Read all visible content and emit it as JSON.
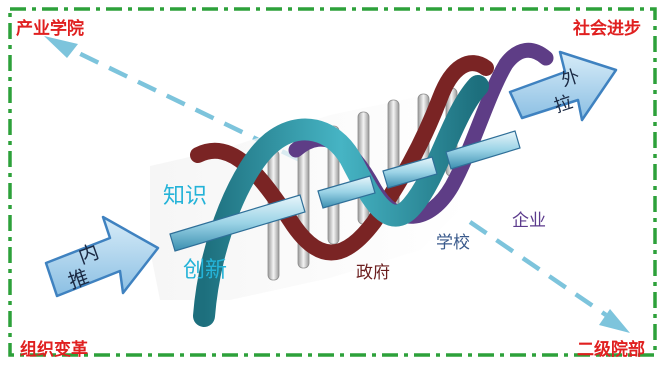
{
  "corners": {
    "top_left": "产业学院",
    "top_right": "社会进步",
    "bottom_left": "组织变革",
    "bottom_right": "二级院部"
  },
  "arrows": {
    "inner_push_text": [
      "内",
      "推"
    ],
    "outer_pull_text": [
      "外",
      "拉"
    ]
  },
  "labels": {
    "knowledge": "知识",
    "innovation": "创新",
    "government": "政府",
    "school": "学校",
    "enterprise": "企业"
  },
  "colors": {
    "frame_green": "#2da13a",
    "corner_red": "#e02020",
    "diagonal_blue": "#7dc4dc",
    "arrow_blue": "#3f82c0",
    "strand_teal": "#2f93a4",
    "strand_brown": "#7a2424",
    "strand_purple": "#5e3d86",
    "rod_blue": "#9ed3e6",
    "label_cyan": "#24b3d8",
    "label_dark_red": "#6b1e1e",
    "label_purple": "#5b3a8c"
  }
}
